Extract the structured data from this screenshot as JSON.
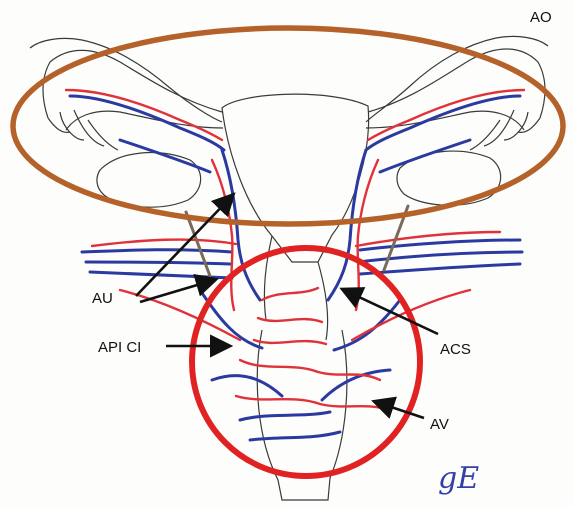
{
  "labels": {
    "ao": "AO",
    "au": "AU",
    "api_ci": "API CI",
    "acs": "ACS",
    "av": "AV",
    "signature": "gE"
  },
  "colors": {
    "ovary_circle": "#b5622a",
    "cervix_circle": "#e02222",
    "artery": "#e0323a",
    "vein": "#2b3aa0",
    "outline": "#3a3a3a",
    "arrow": "#111111"
  },
  "icons": {
    "signature": "artist-signature-icon",
    "clip": "surgical-clip-icon"
  }
}
